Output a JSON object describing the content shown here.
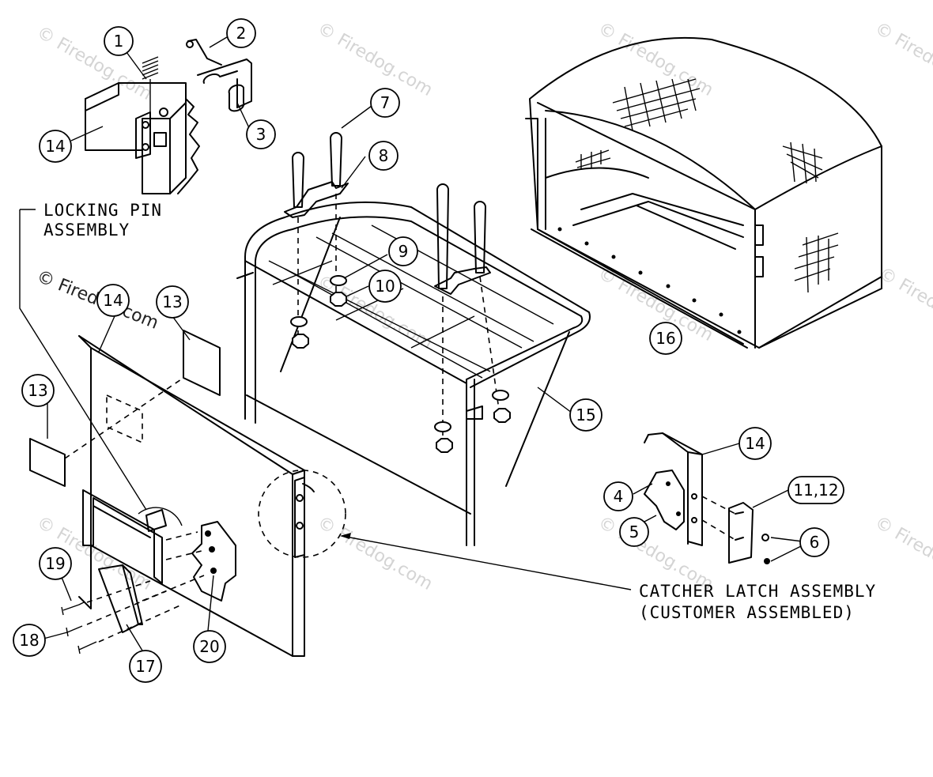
{
  "callouts": {
    "c1": "1",
    "c2": "2",
    "c3": "3",
    "c4": "4",
    "c5": "5",
    "c6": "6",
    "c7": "7",
    "c8": "8",
    "c9": "9",
    "c10": "10",
    "c11_12": "11,12",
    "c13a": "13",
    "c13b": "13",
    "c14a": "14",
    "c14b": "14",
    "c14c": "14",
    "c15": "15",
    "c16": "16",
    "c17": "17",
    "c18": "18",
    "c19": "19",
    "c20": "20"
  },
  "labels": {
    "locking_pin_line1": "LOCKING PIN",
    "locking_pin_line2": "ASSEMBLY",
    "catcher_latch_line1": "CATCHER LATCH ASSEMBLY",
    "catcher_latch_line2": "(CUSTOMER ASSEMBLED)"
  },
  "watermark": {
    "text": "© Firedog.com"
  }
}
